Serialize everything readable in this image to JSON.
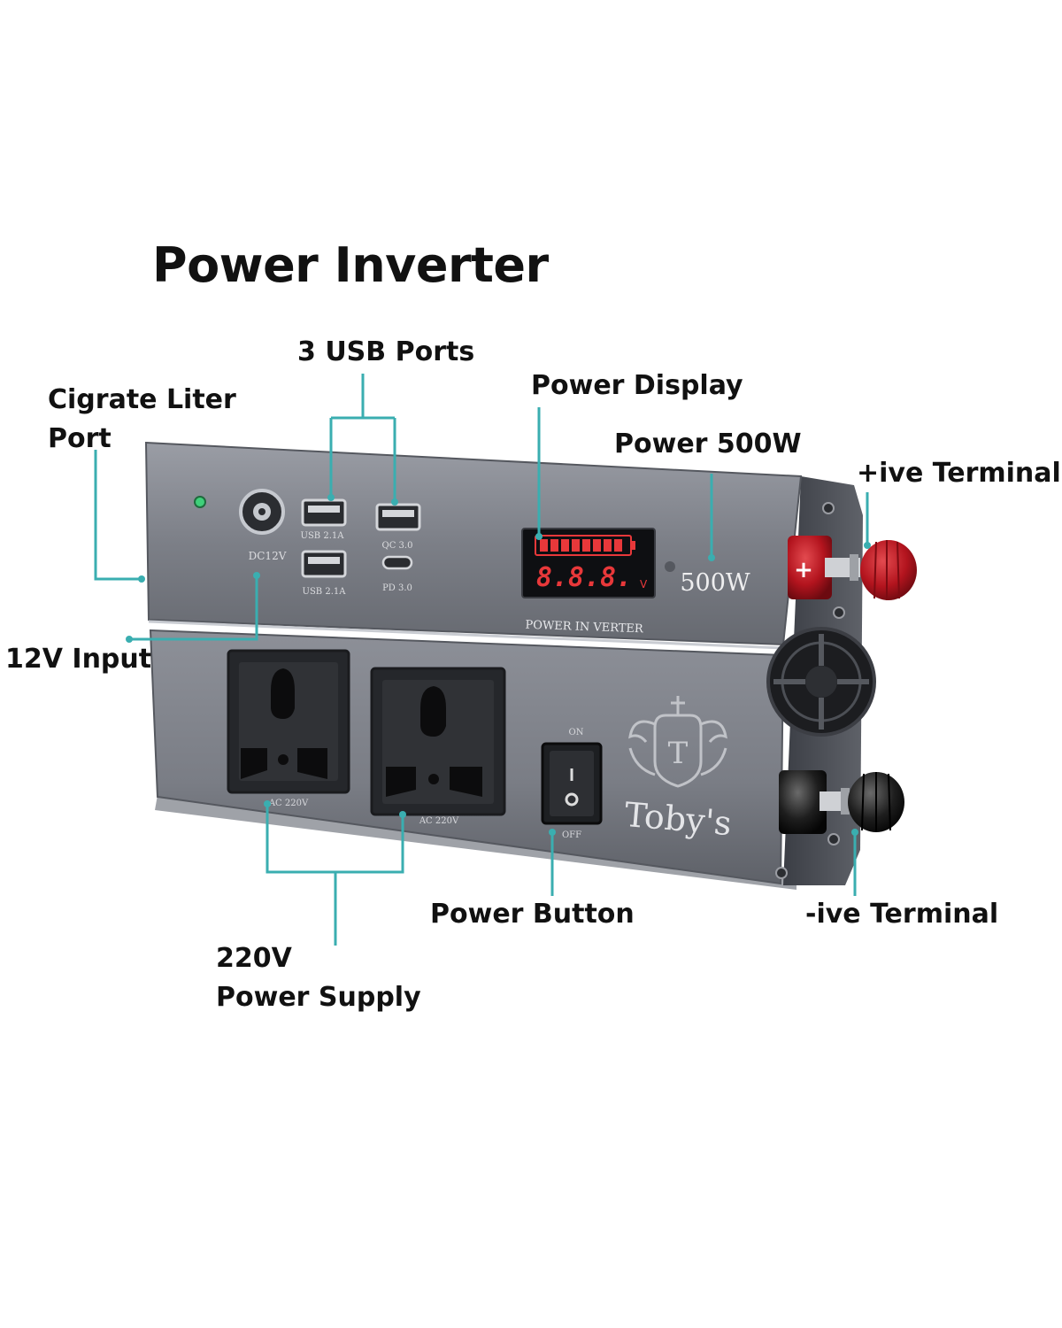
{
  "title": "Power Inverter",
  "labels": {
    "usb_ports": "3 USB Ports",
    "power_display": "Power Display",
    "cigar_port_line1": "Cigrate Liter",
    "cigar_port_line2": "Port",
    "power_rating": "Power 500W",
    "positive_terminal": "+ive Terminal",
    "input_12v": "12V Input",
    "power_button": "Power Button",
    "negative_terminal": "-ive Terminal",
    "supply_line1": "220V",
    "supply_line2": "Power Supply"
  },
  "device": {
    "dc_port": "DC12V",
    "usb_a1": "USB 2.1A",
    "usb_a2": "USB 2.1A",
    "usb_qc": "QC 3.0",
    "usb_pd": "PD 3.0",
    "display_reading": "8.8.8.",
    "display_unit": "V",
    "wattage": "500W",
    "model_text": "POWER IN VERTER",
    "socket1": "AC 220V",
    "socket2": "AC 220V",
    "switch_on": "ON",
    "switch_off": "OFF",
    "brand_initial": "T",
    "brand": "Toby's",
    "plus_sign": "+"
  },
  "colors": {
    "leader": "#3aaeb0",
    "casing": "#7d8088",
    "casing_dark": "#4c4f57",
    "red_terminal": "#b3141e",
    "display_red": "#e8383a"
  }
}
